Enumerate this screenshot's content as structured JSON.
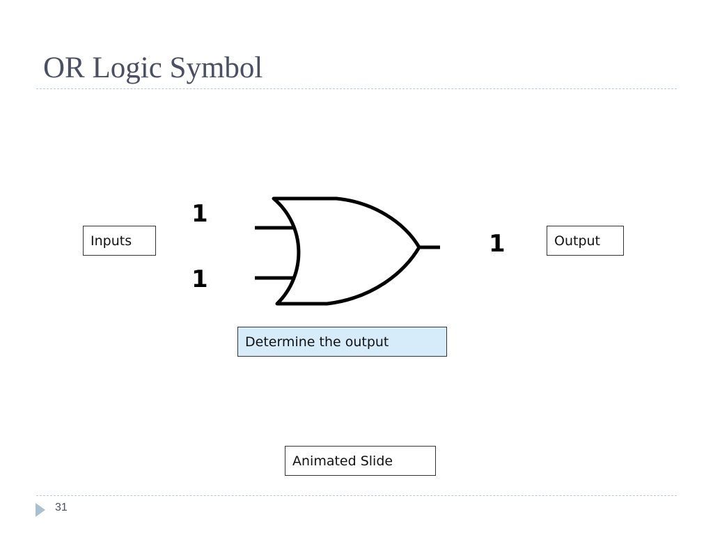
{
  "slide": {
    "title": "OR Logic Symbol",
    "page_number": "31"
  },
  "labels": {
    "inputs": "Inputs",
    "output": "Output",
    "determine": "Determine the output",
    "animated": "Animated Slide"
  },
  "gate": {
    "type": "OR",
    "input_a": "1",
    "input_b": "1",
    "output": "1"
  },
  "colors": {
    "title": "#4a4f63",
    "highlight_box": "#d6ecfa",
    "rule": "#b8c7d4",
    "nav_arrow": "#a9bfd2"
  },
  "icons": {
    "nav": "triangle-right-icon"
  }
}
